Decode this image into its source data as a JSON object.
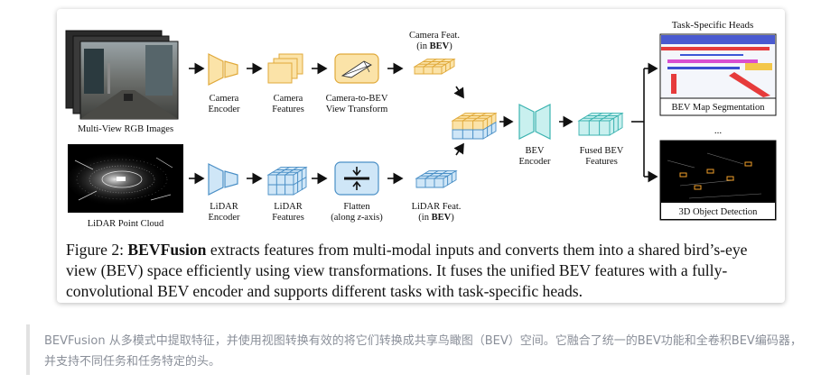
{
  "figure": {
    "inputs": {
      "camera_images": "Multi-View RGB Images",
      "lidar_cloud": "LiDAR Point Cloud"
    },
    "camera_branch": {
      "encoder": [
        "Camera",
        "Encoder"
      ],
      "features": [
        "Camera",
        "Features"
      ],
      "transform": [
        "Camera-to-BEV",
        "View Transform"
      ],
      "bev_feat_line1": "Camera Feat.",
      "bev_feat_line2_pre": "(in ",
      "bev_feat_line2_bold": "BEV",
      "bev_feat_line2_post": ")"
    },
    "lidar_branch": {
      "encoder": [
        "LiDAR",
        "Encoder"
      ],
      "features": [
        "LiDAR",
        "Features"
      ],
      "flatten_line1": "Flatten",
      "flatten_line2_pre": "(along ",
      "flatten_line2_italic": "z",
      "flatten_line2_post": "-axis)",
      "bev_feat_line1": "LiDAR Feat.",
      "bev_feat_line2_pre": "(in ",
      "bev_feat_line2_bold": "BEV",
      "bev_feat_line2_post": ")"
    },
    "fusion": {
      "bev_encoder": [
        "BEV",
        "Encoder"
      ],
      "fused": [
        "Fused BEV",
        "Features"
      ]
    },
    "heads": {
      "title": "Task-Specific Heads",
      "segmentation": "BEV Map Segmentation",
      "ellipsis": "...",
      "detection": "3D Object Detection"
    },
    "colors": {
      "camera": "#fbe3a8",
      "camera_stroke": "#e0a93a",
      "lidar": "#cfe6f7",
      "lidar_stroke": "#4a8fc6",
      "fused": "#c9f0ef",
      "fused_stroke": "#3bb3b0"
    }
  },
  "caption": {
    "prefix": "Figure 2: ",
    "bold": "BEVFusion",
    "rest": " extracts features from multi-modal inputs and converts them into a shared bird’s-eye view (BEV) space efficiently using view transformations. It fuses the unified BEV features with a fully-convolutional BEV encoder and supports different tasks with task-specific heads."
  },
  "translation": "BEVFusion 从多模式中提取特征，并使用视图转换有效的将它们转换成共享鸟瞰图（BEV）空间。它融合了统一的BEV功能和全卷积BEV编码器，并支持不同任务和任务特定的头。"
}
